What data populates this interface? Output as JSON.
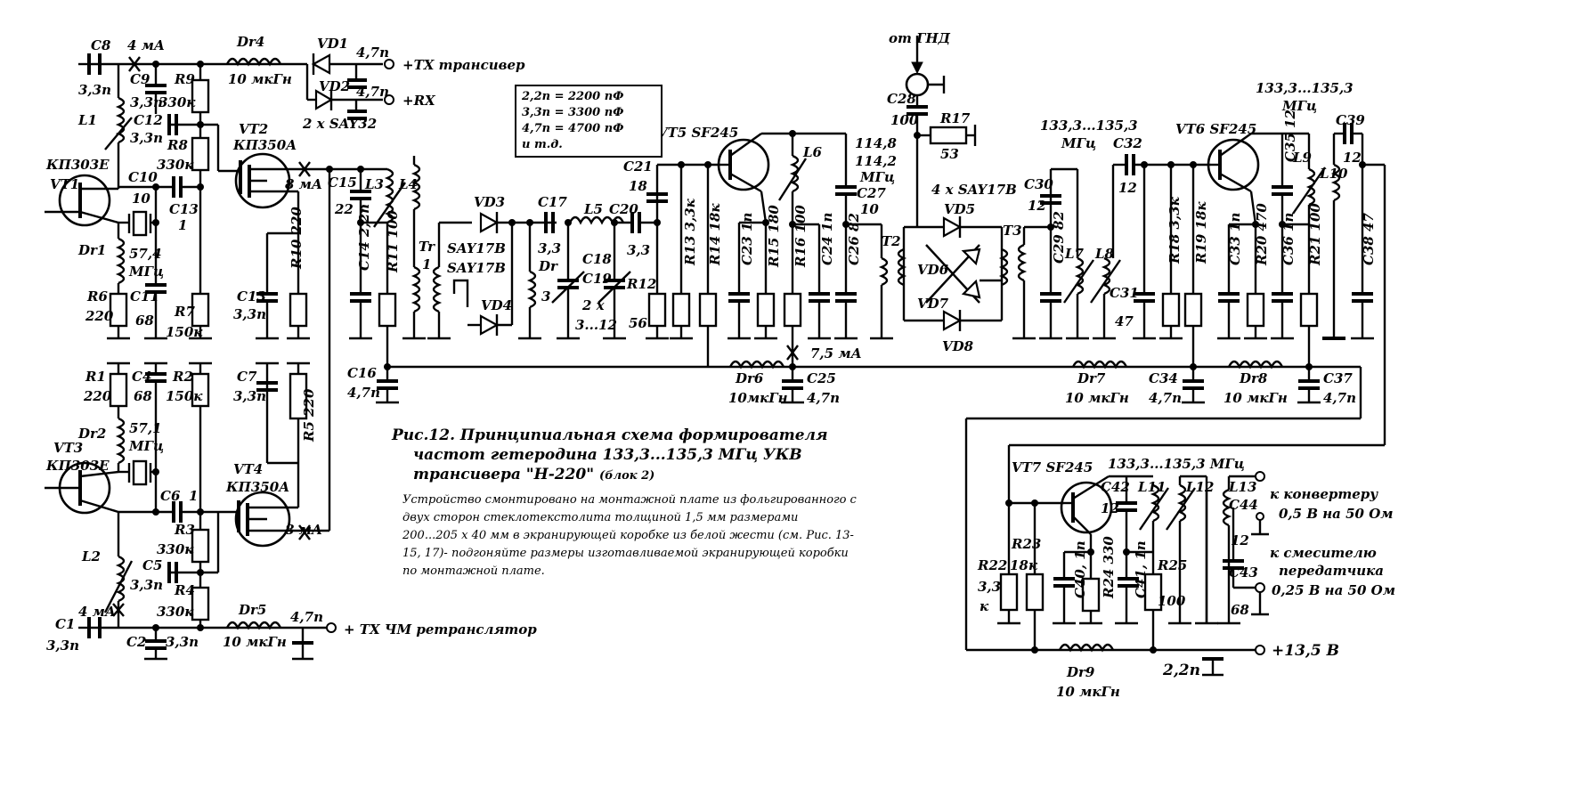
{
  "caption": {
    "line1": "Рис.12. Принципиальная схема формирователя",
    "line2": "частот гетеродина 133,3...135,3 МГц УКВ",
    "line3": "трансивера \"Н-220\"",
    "block": "(блок 2)"
  },
  "description": "Устройство смонтировано на монтажной плате из фольгированного с двух сторон стеклотекстолита толщиной 1,5 мм размерами 200...205 х 40 мм в экранирующей коробке из белой жести (см. Рис. 13-15, 17)- подгоняйте размеры изготавливаемой экранирующей коробки по монтажной плате.",
  "legend": [
    "2,2п = 2200 пФ",
    "3,3п = 3300 пФ",
    "4,7п = 4700 пФ",
    "и т.д."
  ],
  "terminals": {
    "tx": "+ТХ трансивер",
    "rx": "+RX",
    "tx_fm": "+ ТХ ЧМ ретранслятор",
    "gnd_in": "от ГНД",
    "supply": "+13,5 В",
    "supply_cap": "2,2п",
    "out1_a": "к конвертеру",
    "out1_b": "0,5 В на 50 Ом",
    "out2_a": "к смесителю",
    "out2_b": "передатчика",
    "out2_c": "0,25 В на 50 Ом"
  },
  "freqs": {
    "f1": "133,3...135,3",
    "f1u": "МГц",
    "f2": "133,3...135,3",
    "f2u": "МГц",
    "f3": "133,3...135,3 МГц",
    "f4a": "114,8",
    "f4b": "114,2",
    "f4u": "МГц"
  },
  "currents": {
    "i1": "4 мА",
    "i2": "8 мА",
    "i3": "8 мА",
    "i4": "4 мА",
    "i5": "7,5 мА"
  },
  "labels": {
    "C8": "C8",
    "C8v": "3,3п",
    "C9": "C9",
    "C9v": "3,3п",
    "R9": "R9",
    "R9v": "330к",
    "Dr4": "Dr4",
    "Dr4v": "10 мкГн",
    "VD1": "VD1",
    "VD2": "VD2",
    "VD12v": "2 х SAY32",
    "C4_7a": "4,7п",
    "C4_7b": "4,7п",
    "L1": "L1",
    "C12": "C12",
    "C12v": "3,3п",
    "R8": "R8",
    "R8v": "330к",
    "VT2": "VT2",
    "VT2v": "КП350А",
    "VT1v": "КП303Е",
    "VT1": "VT1",
    "C10": "C10",
    "C10v": "10",
    "C13a": "C13",
    "C13av": "1",
    "Dr1": "Dr1",
    "Dr1f": "57,4",
    "Dr1u": "МГц",
    "R6": "R6",
    "R6v": "220",
    "C11": "C11",
    "C11v": "68",
    "R7": "R7",
    "R7v": "150к",
    "C13b": "C13",
    "C13bv": "3,3п",
    "R10": "R10 220",
    "C15": "C15",
    "C15v": "22",
    "L3": "L3",
    "L4": "L4",
    "C14": "C14 2,2п",
    "R11": "R11 100",
    "C16": "C16",
    "C16v": "4,7п",
    "Tr": "Tr",
    "Tr1": "1",
    "VD3": "VD3",
    "VD4": "VD4",
    "SAY1": "SAY17B",
    "SAY2": "SAY17B",
    "C17": "C17",
    "C17v": "3,3",
    "Dr3": "Dr",
    "Dr3n": "3",
    "L5": "L5",
    "C18": "C18",
    "C19": "C19",
    "C1819v": "2 х",
    "C1819r": "3...12",
    "C20": "C20",
    "C20v": "3,3",
    "R12": "R12",
    "R12v": "56",
    "C21": "C21",
    "C21v": "18",
    "VT5": "VT5 SF245",
    "R13": "R13 3,3к",
    "R14": "R14 18к",
    "C23": "C23 1п",
    "R15": "R15 180",
    "R16": "R16 100",
    "C24": "C24 1п",
    "C26": "C26 82",
    "L6": "L6",
    "Dr6": "Dr6",
    "Dr6v": "10мкГн",
    "C25": "C25",
    "C25v": "4,7п",
    "C28": "C28",
    "C28v": "100",
    "R17": "R17",
    "R17v": "53",
    "C27": "C27",
    "C27v": "10",
    "T2": "T2",
    "VDx": "4 х SAY17B",
    "VD5": "VD5",
    "VD6": "VD6",
    "VD7": "VD7",
    "VD8": "VD8",
    "T3": "T3",
    "C30": "C30",
    "C30v": "12",
    "C29": "C29 82",
    "L7": "L7",
    "L8": "L8",
    "C32": "C32",
    "C32v": "12",
    "C31": "C31",
    "C31v": "47",
    "R18": "R18 3,3к",
    "R19": "R19 18к",
    "VT6": "VT6 SF245",
    "C33": "C33 1п",
    "R20": "R20 470",
    "C36": "C36 1п",
    "R21": "R21 100",
    "C35": "C35 12",
    "L9": "L9",
    "L10": "L10",
    "C39": "C39",
    "C39v": "12",
    "C38": "C38 47",
    "Dr7": "Dr7",
    "Dr7v": "10 мкГн",
    "C34": "C34",
    "C34v": "4,7п",
    "Dr8": "Dr8",
    "Dr8v": "10 мкГн",
    "C37": "C37",
    "C37v": "4,7п",
    "R1": "R1",
    "R1v": "220",
    "C4": "C4",
    "C4v": "68",
    "R2": "R2",
    "R2v": "150к",
    "Dr2": "Dr2",
    "Dr2f": "57,1",
    "Dr2u": "МГц",
    "C7": "C7",
    "C7v": "3,3п",
    "R5": "R5 220",
    "VT3": "VT3",
    "VT3v": "КП303Е",
    "C6": "C6",
    "C6v": "1",
    "VT4": "VT4",
    "VT4v": "КП350А",
    "R3": "R3",
    "R3v": "330к",
    "L2": "L2",
    "C5": "C5",
    "C5v": "3,3п",
    "R4": "R4",
    "R4v": "330к",
    "C1": "C1",
    "C1v": "3,3п",
    "C2": "C2",
    "C2v": "3,3п",
    "Dr5": "Dr5",
    "Dr5v": "10 мкГн",
    "C5_47": "4,7п",
    "VT7": "VT7 SF245",
    "C42": "C42",
    "C42v": "12",
    "L11": "L11",
    "L12": "L12",
    "L13": "L13",
    "C44": "C44",
    "C44v": "12",
    "C43": "C43",
    "C43v": "68",
    "R22": "R22",
    "R22v": "3,3",
    "R22k": "к",
    "R23": "R23",
    "R23v": "18к",
    "C40": "C40, 1п",
    "R24": "R24 330",
    "C41": "C41, 1п",
    "R25": "R25",
    "R25v": "100",
    "Dr9": "Dr9",
    "Dr9v": "10 мкГн"
  }
}
